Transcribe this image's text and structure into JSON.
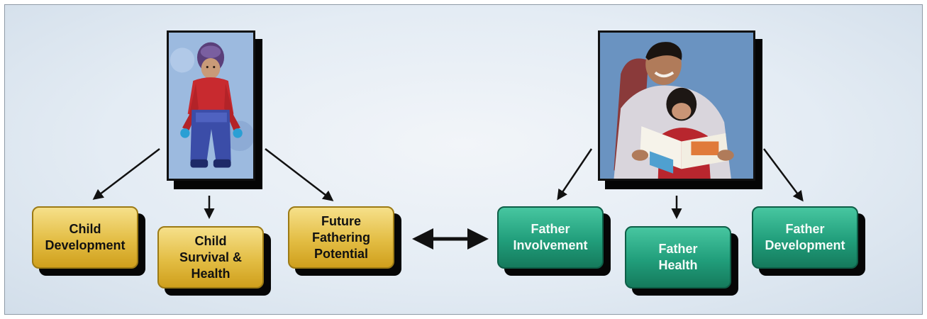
{
  "diagram": {
    "left_photo": {
      "alt": ""
    },
    "right_photo": {
      "alt": ""
    },
    "child_nodes": [
      {
        "label": "Child\nDevelopment"
      },
      {
        "label": "Child\nSurvival &\nHealth"
      },
      {
        "label": "Future\nFathering\nPotential"
      }
    ],
    "father_nodes": [
      {
        "label": "Father\nInvolvement"
      },
      {
        "label": "Father\nHealth"
      },
      {
        "label": "Father\nDevelopment"
      }
    ],
    "colors": {
      "child_box": "#e3bd44",
      "father_box": "#219e7b",
      "background": "#e4ecf4",
      "arrow": "#111111"
    },
    "icons": [
      "arrow-icon",
      "double-arrow-icon"
    ]
  }
}
